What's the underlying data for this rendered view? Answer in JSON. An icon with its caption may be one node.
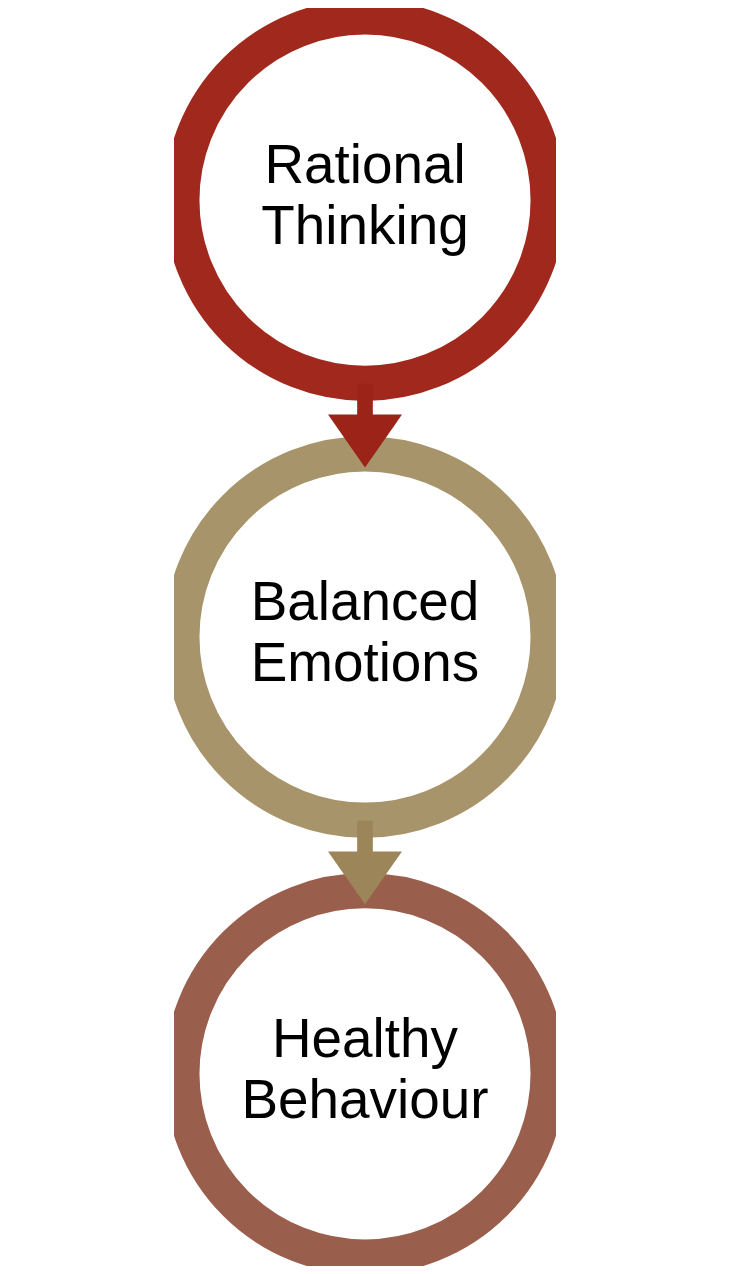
{
  "diagram": {
    "nodes": [
      {
        "text": [
          "Rational Thinking"
        ]
      },
      {
        "text": [
          "Balanced Emotions"
        ]
      },
      {
        "text": [
          "Healthy Behaviour"
        ]
      }
    ],
    "edges": [
      {
        "from": 0,
        "to": 1,
        "arrow": "to",
        "color": "#9b2318"
      },
      {
        "from": 1,
        "to": 2,
        "arrow": "to",
        "color": "#9c8558"
      }
    ]
  }
}
